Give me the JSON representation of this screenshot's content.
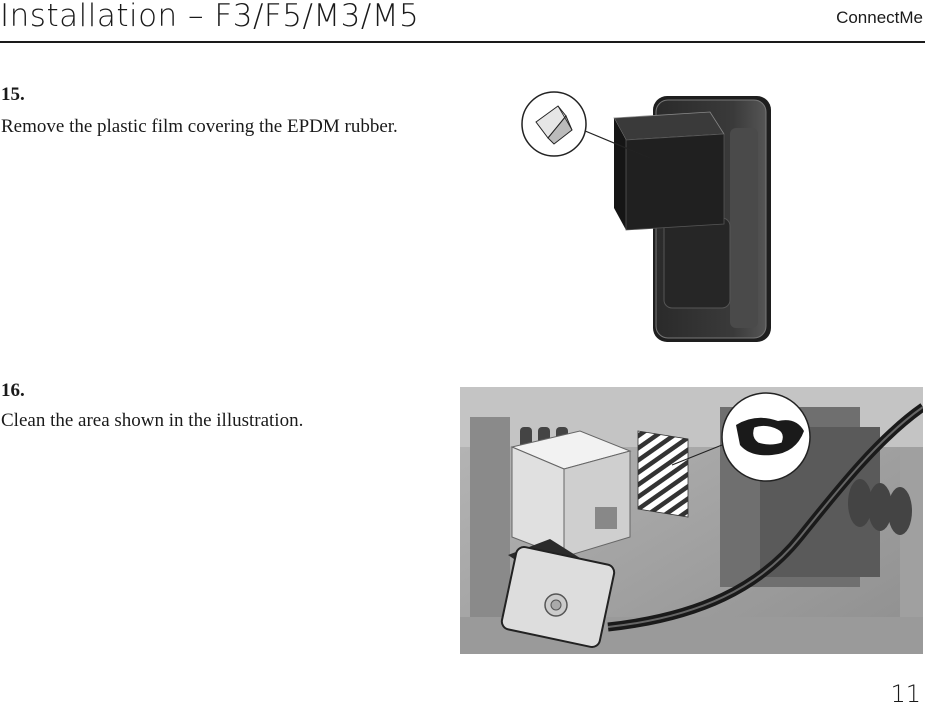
{
  "header": {
    "title": "Installation – F3/F5/M3/M5",
    "brand": "ConnectMe"
  },
  "steps": [
    {
      "number": "15.",
      "text": "Remove the plastic film covering the EPDM rubber."
    },
    {
      "number": "16.",
      "text": "Clean the area shown in the illustration."
    }
  ],
  "illustrations": {
    "step15_icon": "peel-film-icon",
    "step16_icon": "cleaning-cloth-icon"
  },
  "footer": {
    "page_number": "11"
  }
}
